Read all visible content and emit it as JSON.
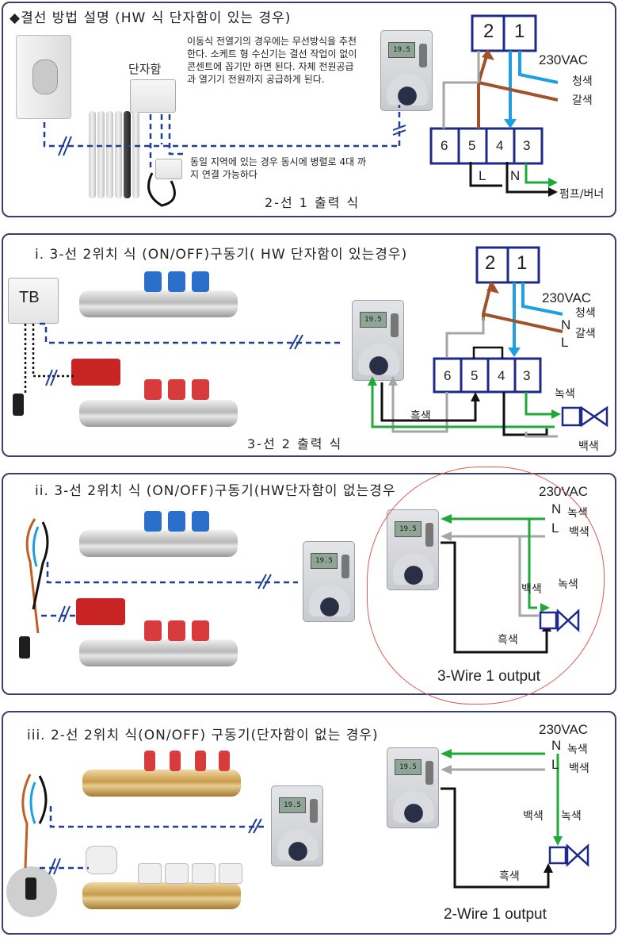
{
  "panel1": {
    "title": "◆결선 방법 설명 (HW 식 단자함이 있는 경우)",
    "box_label": "단자함",
    "desc1": "이동식 전열기의 경우에는 무선방식을 추천한다. 소케트 형 수신기는 결선 작업이 없이 콘센트에 꼽기만 하면 된다. 자체 전원공급과 열기기 전원까지 공급하게 된다.",
    "desc2": "동일 지역에 있는 경우 동시에 병렬로 4대 까지 연결 가능하다",
    "caption": "2-선 1 출력 식",
    "terminal_top": [
      "2",
      "1"
    ],
    "terminal_bottom": [
      "6",
      "5",
      "4",
      "3"
    ],
    "voltage": "230VAC",
    "wire_blue": "청색",
    "wire_brown": "갈색",
    "L": "L",
    "N": "N",
    "output": "펌프/버너"
  },
  "panel2": {
    "title": "i. 3-선 2위치 식 (ON/OFF)구동기( HW 단자함이 있는경우)",
    "tb_label": "TB",
    "terminal_top": [
      "2",
      "1"
    ],
    "terminal_bottom": [
      "6",
      "5",
      "4",
      "3"
    ],
    "voltage": "230VAC",
    "wire_blue": "청색",
    "wire_brown": "갈색",
    "N": "N",
    "L": "L",
    "green": "녹색",
    "black": "흑색",
    "white": "백색",
    "caption": "3-선 2 출력 식"
  },
  "panel3": {
    "title": "ii. 3-선 2위치 식 (ON/OFF)구동기(HW단자함이 없는경우",
    "voltage": "230VAC",
    "N": "N",
    "L": "L",
    "n_color": "녹색",
    "l_color": "백색",
    "mid_white": "백색",
    "mid_green": "녹색",
    "black": "흑색",
    "caption": "3-Wire  1 output"
  },
  "panel4": {
    "title": "iii. 2-선 2위치 식(ON/OFF) 구동기(단자함이 없는 경우)",
    "voltage": "230VAC",
    "N": "N",
    "L": "L",
    "n_color": "녹색",
    "l_color": "백색",
    "mid_white": "백색",
    "mid_green": "녹색",
    "black": "흑색",
    "caption": "2-Wire  1 output"
  },
  "thermostat_display": "19.5",
  "colors": {
    "frame": "#3a3f66",
    "terminal_border": "#1e2a8a",
    "wire_blue": "#1ea0e0",
    "wire_brown": "#a0532a",
    "wire_green": "#1fa93a",
    "wire_gray": "#a5a5a5",
    "wire_black": "#111111",
    "dashed_link": "#1e3f95",
    "highlight_loop": "#e05a55"
  }
}
